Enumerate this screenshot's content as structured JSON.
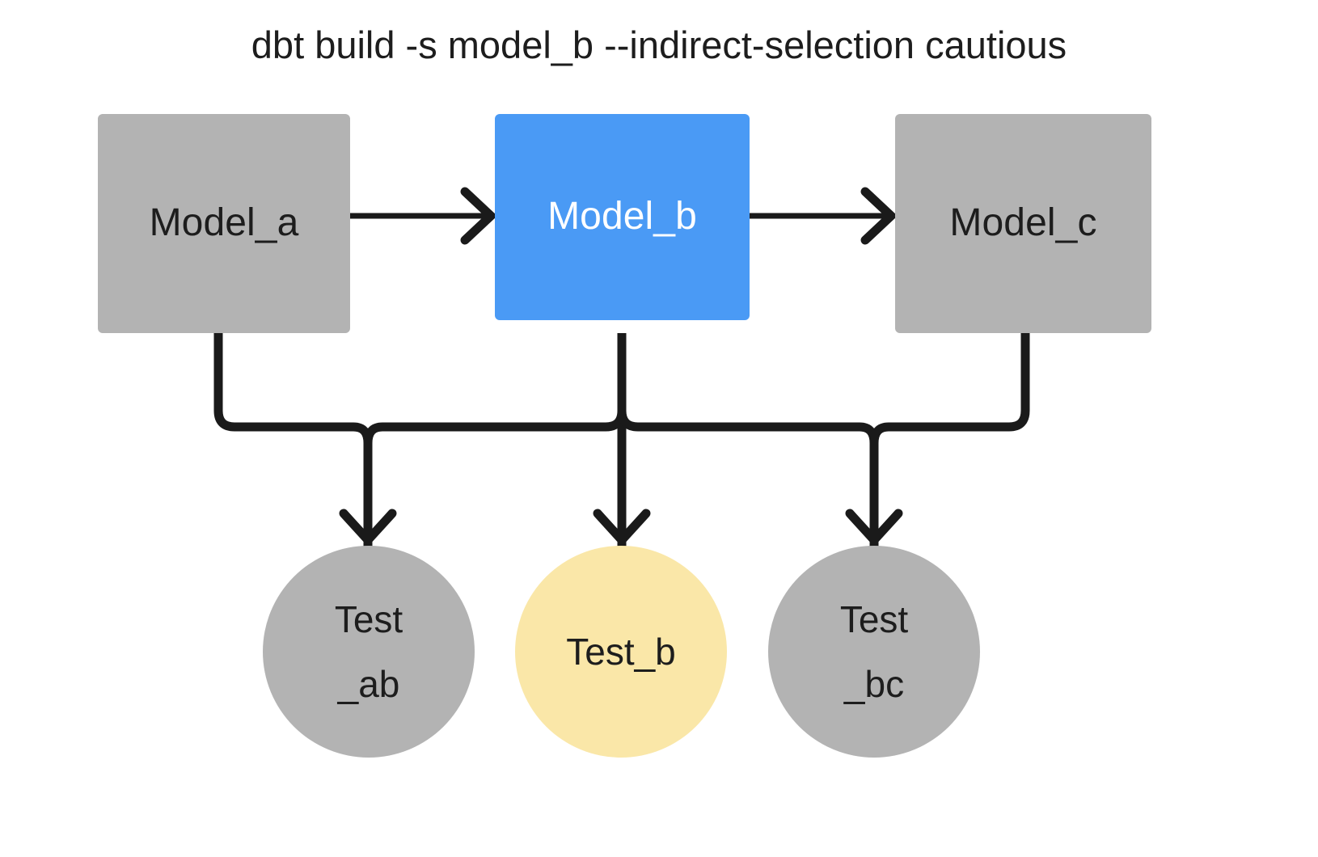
{
  "diagram": {
    "title": "dbt build -s model_b --indirect-selection cautious",
    "background": "#ffffff",
    "edge_color": "#1a1a1a",
    "colors": {
      "node_gray": "#b3b3b3",
      "node_blue": "#4a9af5",
      "node_yellow": "#fae7a8",
      "text_dark": "#1d1d1d",
      "text_light": "#ffffff"
    },
    "models": [
      {
        "id": "model-a",
        "label": "Model_a",
        "shape": "rectangle",
        "fill": "#b3b3b3",
        "text_color": "#1d1d1d",
        "selected": false
      },
      {
        "id": "model-b",
        "label": "Model_b",
        "shape": "rectangle",
        "fill": "#4a9af5",
        "text_color": "#ffffff",
        "selected": true
      },
      {
        "id": "model-c",
        "label": "Model_c",
        "shape": "rectangle",
        "fill": "#b3b3b3",
        "text_color": "#1d1d1d",
        "selected": false
      }
    ],
    "tests": [
      {
        "id": "test-ab",
        "label": "Test\n_ab",
        "shape": "circle",
        "fill": "#b3b3b3",
        "text_color": "#1d1d1d",
        "selected": false
      },
      {
        "id": "test-b",
        "label": "Test_b",
        "shape": "circle",
        "fill": "#fae7a8",
        "text_color": "#1d1d1d",
        "selected": true
      },
      {
        "id": "test-bc",
        "label": "Test\n_bc",
        "shape": "circle",
        "fill": "#b3b3b3",
        "text_color": "#1d1d1d",
        "selected": false
      }
    ],
    "edges": [
      {
        "id": "edge-model-a-to-model-b",
        "from": "Model_a",
        "to": "Model_b",
        "style": "straight-arrow"
      },
      {
        "id": "edge-model-b-to-model-c",
        "from": "Model_b",
        "to": "Model_c",
        "style": "straight-arrow"
      },
      {
        "id": "edge-model-a-to-test-ab",
        "from": "Model_a",
        "to": "Test_ab",
        "style": "elbow-arrow"
      },
      {
        "id": "edge-model-b-to-test-ab",
        "from": "Model_b",
        "to": "Test_ab",
        "style": "elbow-arrow"
      },
      {
        "id": "edge-model-b-to-test-b",
        "from": "Model_b",
        "to": "Test_b",
        "style": "elbow-arrow"
      },
      {
        "id": "edge-model-b-to-test-bc",
        "from": "Model_b",
        "to": "Test_bc",
        "style": "elbow-arrow"
      },
      {
        "id": "edge-model-c-to-test-bc",
        "from": "Model_c",
        "to": "Test_bc",
        "style": "elbow-arrow"
      }
    ]
  }
}
